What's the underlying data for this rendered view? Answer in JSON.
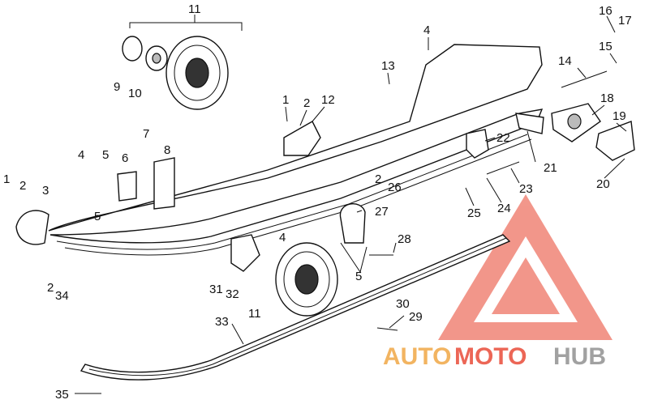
{
  "callouts": {
    "c1a": "1",
    "c1b": "1",
    "c2a": "2",
    "c2b": "2",
    "c2c": "2",
    "c2d": "2",
    "c3": "3",
    "c4a": "4",
    "c4b": "4",
    "c4c": "4",
    "c5a": "5",
    "c5b": "5",
    "c5c": "5",
    "c6": "6",
    "c7": "7",
    "c8": "8",
    "c9": "9",
    "c10": "10",
    "c11a": "11",
    "c11b": "11",
    "c12": "12",
    "c13": "13",
    "c14": "14",
    "c15": "15",
    "c16": "16",
    "c17": "17",
    "c18": "18",
    "c19": "19",
    "c20": "20",
    "c21": "21",
    "c22": "22",
    "c23": "23",
    "c24": "24",
    "c25": "25",
    "c26": "26",
    "c27": "27",
    "c28": "28",
    "c29": "29",
    "c30": "30",
    "c31": "31",
    "c32": "32",
    "c33": "33",
    "c34": "34",
    "c35": "35"
  },
  "watermark": {
    "part1": "AUTO",
    "part2": "MOTO",
    "part3": "HUB",
    "color_red": "#e8412c",
    "color_orange": "#f0a23a",
    "color_gray": "#8a8a8a"
  }
}
